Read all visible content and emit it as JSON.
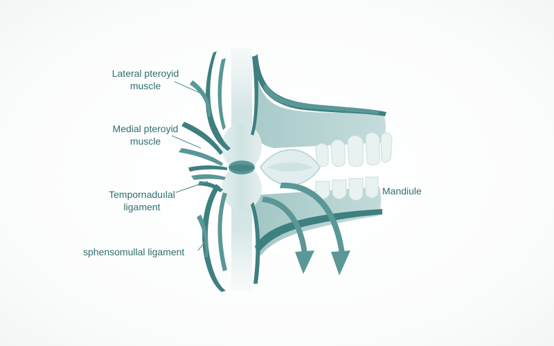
{
  "labels": {
    "lateral_pterygoid": [
      "Lateral pteroyid",
      "muscle"
    ],
    "medial_pterygoid": [
      "Medial pteroyid",
      "muscle"
    ],
    "temporomandibular": [
      "Tempornaduılal",
      "ligament"
    ],
    "sphenomandibular": "sphensomullal ligament",
    "mandible": "Mandiule"
  },
  "colors": {
    "dark_teal": "#3e7f80",
    "mid_teal": "#8fbcbc",
    "light_teal": "#bcd8d7",
    "pale_teal": "#dcebea",
    "text": "#2f6e70"
  }
}
